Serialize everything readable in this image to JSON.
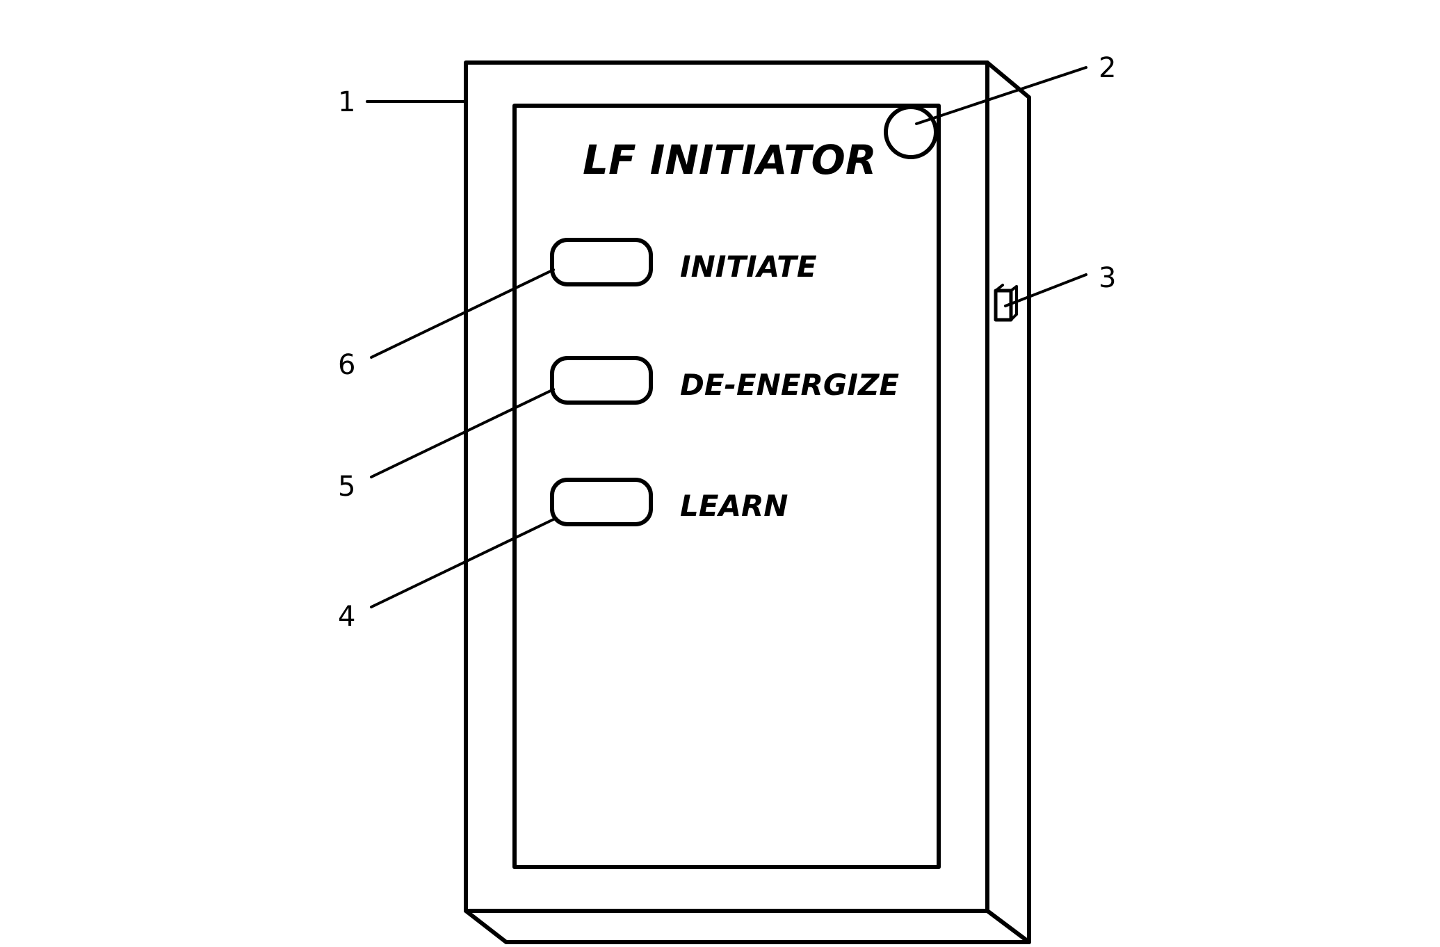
{
  "device": {
    "title": "LF INITIATOR",
    "buttons": [
      {
        "label": "INITIATE"
      },
      {
        "label": "DE-ENERGIZE"
      },
      {
        "label": "LEARN"
      }
    ]
  },
  "callouts": [
    "1",
    "2",
    "3",
    "4",
    "5",
    "6"
  ],
  "colors": {
    "line": "#000000",
    "background": "#ffffff"
  }
}
